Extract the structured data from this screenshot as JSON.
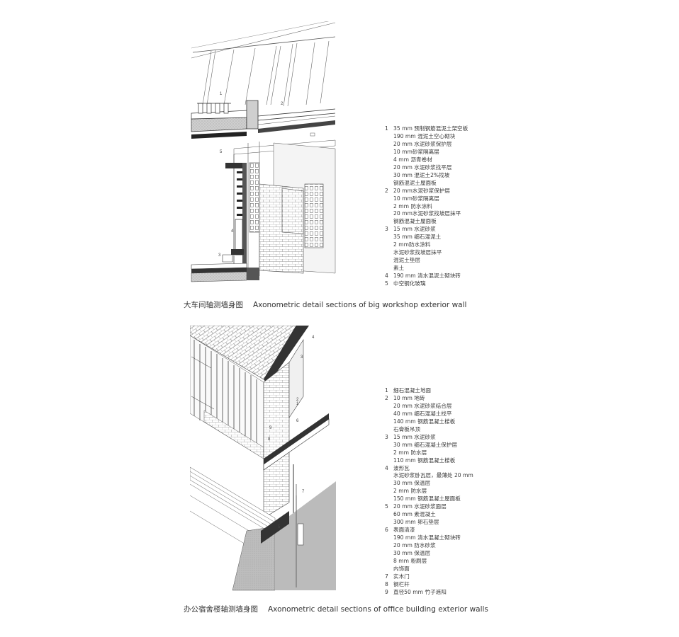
{
  "figure1": {
    "caption_zh": "大车间轴测墙身图",
    "caption_en": "Axonometric detail sections of big workshop exterior wall",
    "callouts": [
      "1",
      "2",
      "3",
      "4",
      "5"
    ],
    "legend": [
      {
        "num": "1",
        "text": "35 mm 预制钢筋混泥土架空板"
      },
      {
        "num": "",
        "text": "190 mm 混泥土空心砌块"
      },
      {
        "num": "",
        "text": "20 mm 水泥砂浆保护层"
      },
      {
        "num": "",
        "text": "10 mm砂浆隔离层"
      },
      {
        "num": "",
        "text": "4 mm 沥青卷材"
      },
      {
        "num": "",
        "text": "20 mm 水泥砂浆找平层"
      },
      {
        "num": "",
        "text": "30 mm 混泥土2%找坡"
      },
      {
        "num": "",
        "text": "钢筋混泥土屋面板"
      },
      {
        "num": "2",
        "text": "20 mm水泥砂浆保护层"
      },
      {
        "num": "",
        "text": "10 mm砂浆隔离层"
      },
      {
        "num": "",
        "text": "2 mm 防水涂料"
      },
      {
        "num": "",
        "text": "20 mm水泥砂浆找坡层抹平"
      },
      {
        "num": "",
        "text": "钢筋混凝土屋面板"
      },
      {
        "num": "3",
        "text": "15 mm 水泥砂浆"
      },
      {
        "num": "",
        "text": "35 mm 细石混泥土"
      },
      {
        "num": "",
        "text": "2 mm防水涂料"
      },
      {
        "num": "",
        "text": "水泥砂浆找坡层抹平"
      },
      {
        "num": "",
        "text": "混泥土垫层"
      },
      {
        "num": "",
        "text": "素土"
      },
      {
        "num": "4",
        "text": "190 mm 清水混泥土砌块砖"
      },
      {
        "num": "5",
        "text": "中空钢化玻璃"
      }
    ]
  },
  "figure2": {
    "caption_zh": "办公宿舍楼轴测墙身图",
    "caption_en": "Axonometric detail sections of office building exterior walls",
    "callouts": [
      "1",
      "2",
      "3",
      "4",
      "5",
      "6",
      "7",
      "8",
      "9"
    ],
    "legend": [
      {
        "num": "1",
        "text": "细石混凝土地面"
      },
      {
        "num": "2",
        "text": "10 mm 地砖"
      },
      {
        "num": "",
        "text": "20 mm 水泥砂浆结合层"
      },
      {
        "num": "",
        "text": "40 mm 细石混凝土找平"
      },
      {
        "num": "",
        "text": "140 mm 钢筋混凝土楼板"
      },
      {
        "num": "",
        "text": "石膏板吊顶"
      },
      {
        "num": "3",
        "text": "15 mm 水泥砂浆"
      },
      {
        "num": "",
        "text": "30 mm 细石混凝土保护层"
      },
      {
        "num": "",
        "text": "2 mm 防水层"
      },
      {
        "num": "",
        "text": "110 mm 钢筋混凝土楼板"
      },
      {
        "num": "4",
        "text": "波形瓦"
      },
      {
        "num": "",
        "text": "水泥砂浆卧瓦层，最薄处 20 mm"
      },
      {
        "num": "",
        "text": "30 mm 保温层"
      },
      {
        "num": "",
        "text": "2 mm 防水层"
      },
      {
        "num": "",
        "text": "150 mm 钢筋混凝土屋面板"
      },
      {
        "num": "5",
        "text": "20 mm 水泥砂浆面层"
      },
      {
        "num": "",
        "text": "60 mm 素混凝土"
      },
      {
        "num": "",
        "text": "300 mm 卵石垫层"
      },
      {
        "num": "6",
        "text": "表面清漆"
      },
      {
        "num": "",
        "text": "190 mm 清水混凝土砌块砖"
      },
      {
        "num": "",
        "text": "20 mm 防水砂浆"
      },
      {
        "num": "",
        "text": "30 mm 保温层"
      },
      {
        "num": "",
        "text": "8 mm 粉刷层"
      },
      {
        "num": "",
        "text": "内饰面"
      },
      {
        "num": "7",
        "text": "实木门"
      },
      {
        "num": "8",
        "text": "钢栏杆"
      },
      {
        "num": "9",
        "text": "直径50 mm 竹子遮阳"
      }
    ]
  }
}
